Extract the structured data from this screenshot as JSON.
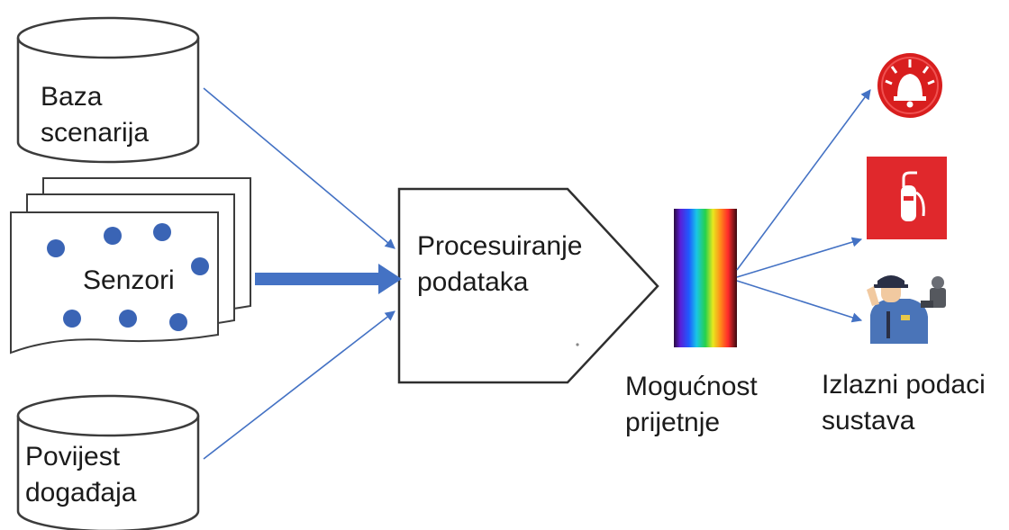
{
  "nodes": {
    "scenario_db": {
      "line1": "Baza",
      "line2": "scenarija"
    },
    "sensors": {
      "label": "Senzori"
    },
    "event_history": {
      "line1": "Povijest",
      "line2": "događaja"
    },
    "processing": {
      "line1": "Procesuiranje",
      "line2": "podataka"
    },
    "threat": {
      "line1": "Mogućnost",
      "line2": "prijetnje"
    },
    "outputs": {
      "line1": "Izlazni podaci",
      "line2": "sustava"
    }
  },
  "icons": {
    "alarm": "alarm-bell-icon",
    "extinguisher": "fire-extinguisher-icon",
    "security": "security-guard-icon"
  },
  "colors": {
    "arrow": "#4472c4",
    "sensor_dot": "#3a64b5",
    "alarm_red": "#d81e1e",
    "extinguisher_red": "#e0282c",
    "spectrum": [
      "#2a0a3c",
      "#5a1fd8",
      "#1e5bff",
      "#19c6e6",
      "#25d14b",
      "#e8e81e",
      "#ff8a1a",
      "#ff2a2a",
      "#3a0a10"
    ]
  }
}
